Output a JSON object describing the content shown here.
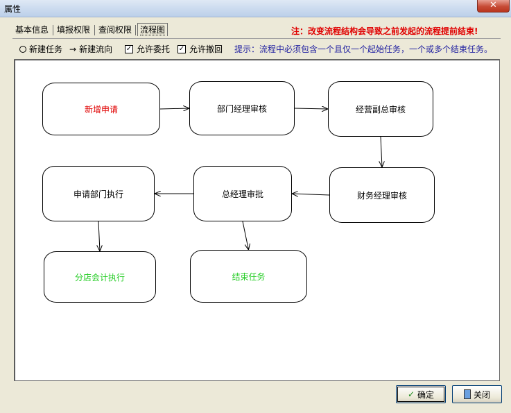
{
  "window": {
    "title": "属性",
    "close_glyph": "✕"
  },
  "tabs": [
    {
      "label": "基本信息"
    },
    {
      "label": "填报权限"
    },
    {
      "label": "查阅权限"
    },
    {
      "label": "流程图"
    }
  ],
  "warning": "注：改变流程结构会导致之前发起的流程提前结束!",
  "toolbar": {
    "new_task": "新建任务",
    "new_flow": "新建流向",
    "allow_delegate": "允许委托",
    "allow_withdraw": "允许撤回",
    "check_glyph": "✓",
    "arrow_glyph": "→"
  },
  "hint": "提示：流程中必须包含一个且仅一个起始任务，一个或多个结束任务。",
  "flow": {
    "nodes": [
      {
        "id": "n1",
        "label": "新增申请",
        "color": "#e00000"
      },
      {
        "id": "n2",
        "label": "部门经理审核",
        "color": "#000000"
      },
      {
        "id": "n3",
        "label": "经营副总审核",
        "color": "#000000"
      },
      {
        "id": "n4",
        "label": "财务经理审核",
        "color": "#000000"
      },
      {
        "id": "n5",
        "label": "总经理审批",
        "color": "#000000"
      },
      {
        "id": "n6",
        "label": "申请部门执行",
        "color": "#000000"
      },
      {
        "id": "n7",
        "label": "分店会计执行",
        "color": "#22cc22"
      },
      {
        "id": "n8",
        "label": "结束任务",
        "color": "#22cc22"
      }
    ],
    "edges": [
      {
        "from": "n1",
        "to": "n2"
      },
      {
        "from": "n2",
        "to": "n3"
      },
      {
        "from": "n3",
        "to": "n4"
      },
      {
        "from": "n4",
        "to": "n5"
      },
      {
        "from": "n5",
        "to": "n6"
      },
      {
        "from": "n5",
        "to": "n8"
      },
      {
        "from": "n6",
        "to": "n7"
      }
    ]
  },
  "buttons": {
    "ok": "确定",
    "close": "关闭"
  }
}
